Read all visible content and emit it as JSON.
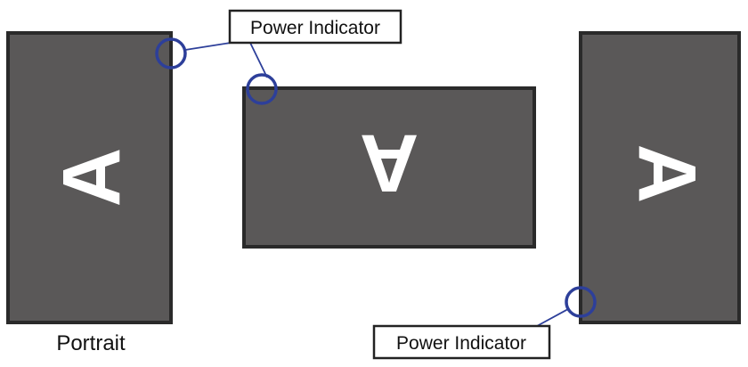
{
  "callouts": {
    "top": "Power Indicator",
    "bottom": "Power Indicator"
  },
  "screens": {
    "left": {
      "glyph": "A",
      "caption": "Portrait"
    },
    "middle": {
      "glyph": "A"
    },
    "right": {
      "glyph": "A"
    }
  },
  "colors": {
    "screen_fill": "#5a5858",
    "indicator_ring": "#2d3f9a"
  },
  "icons": [
    "power-indicator-ring"
  ]
}
